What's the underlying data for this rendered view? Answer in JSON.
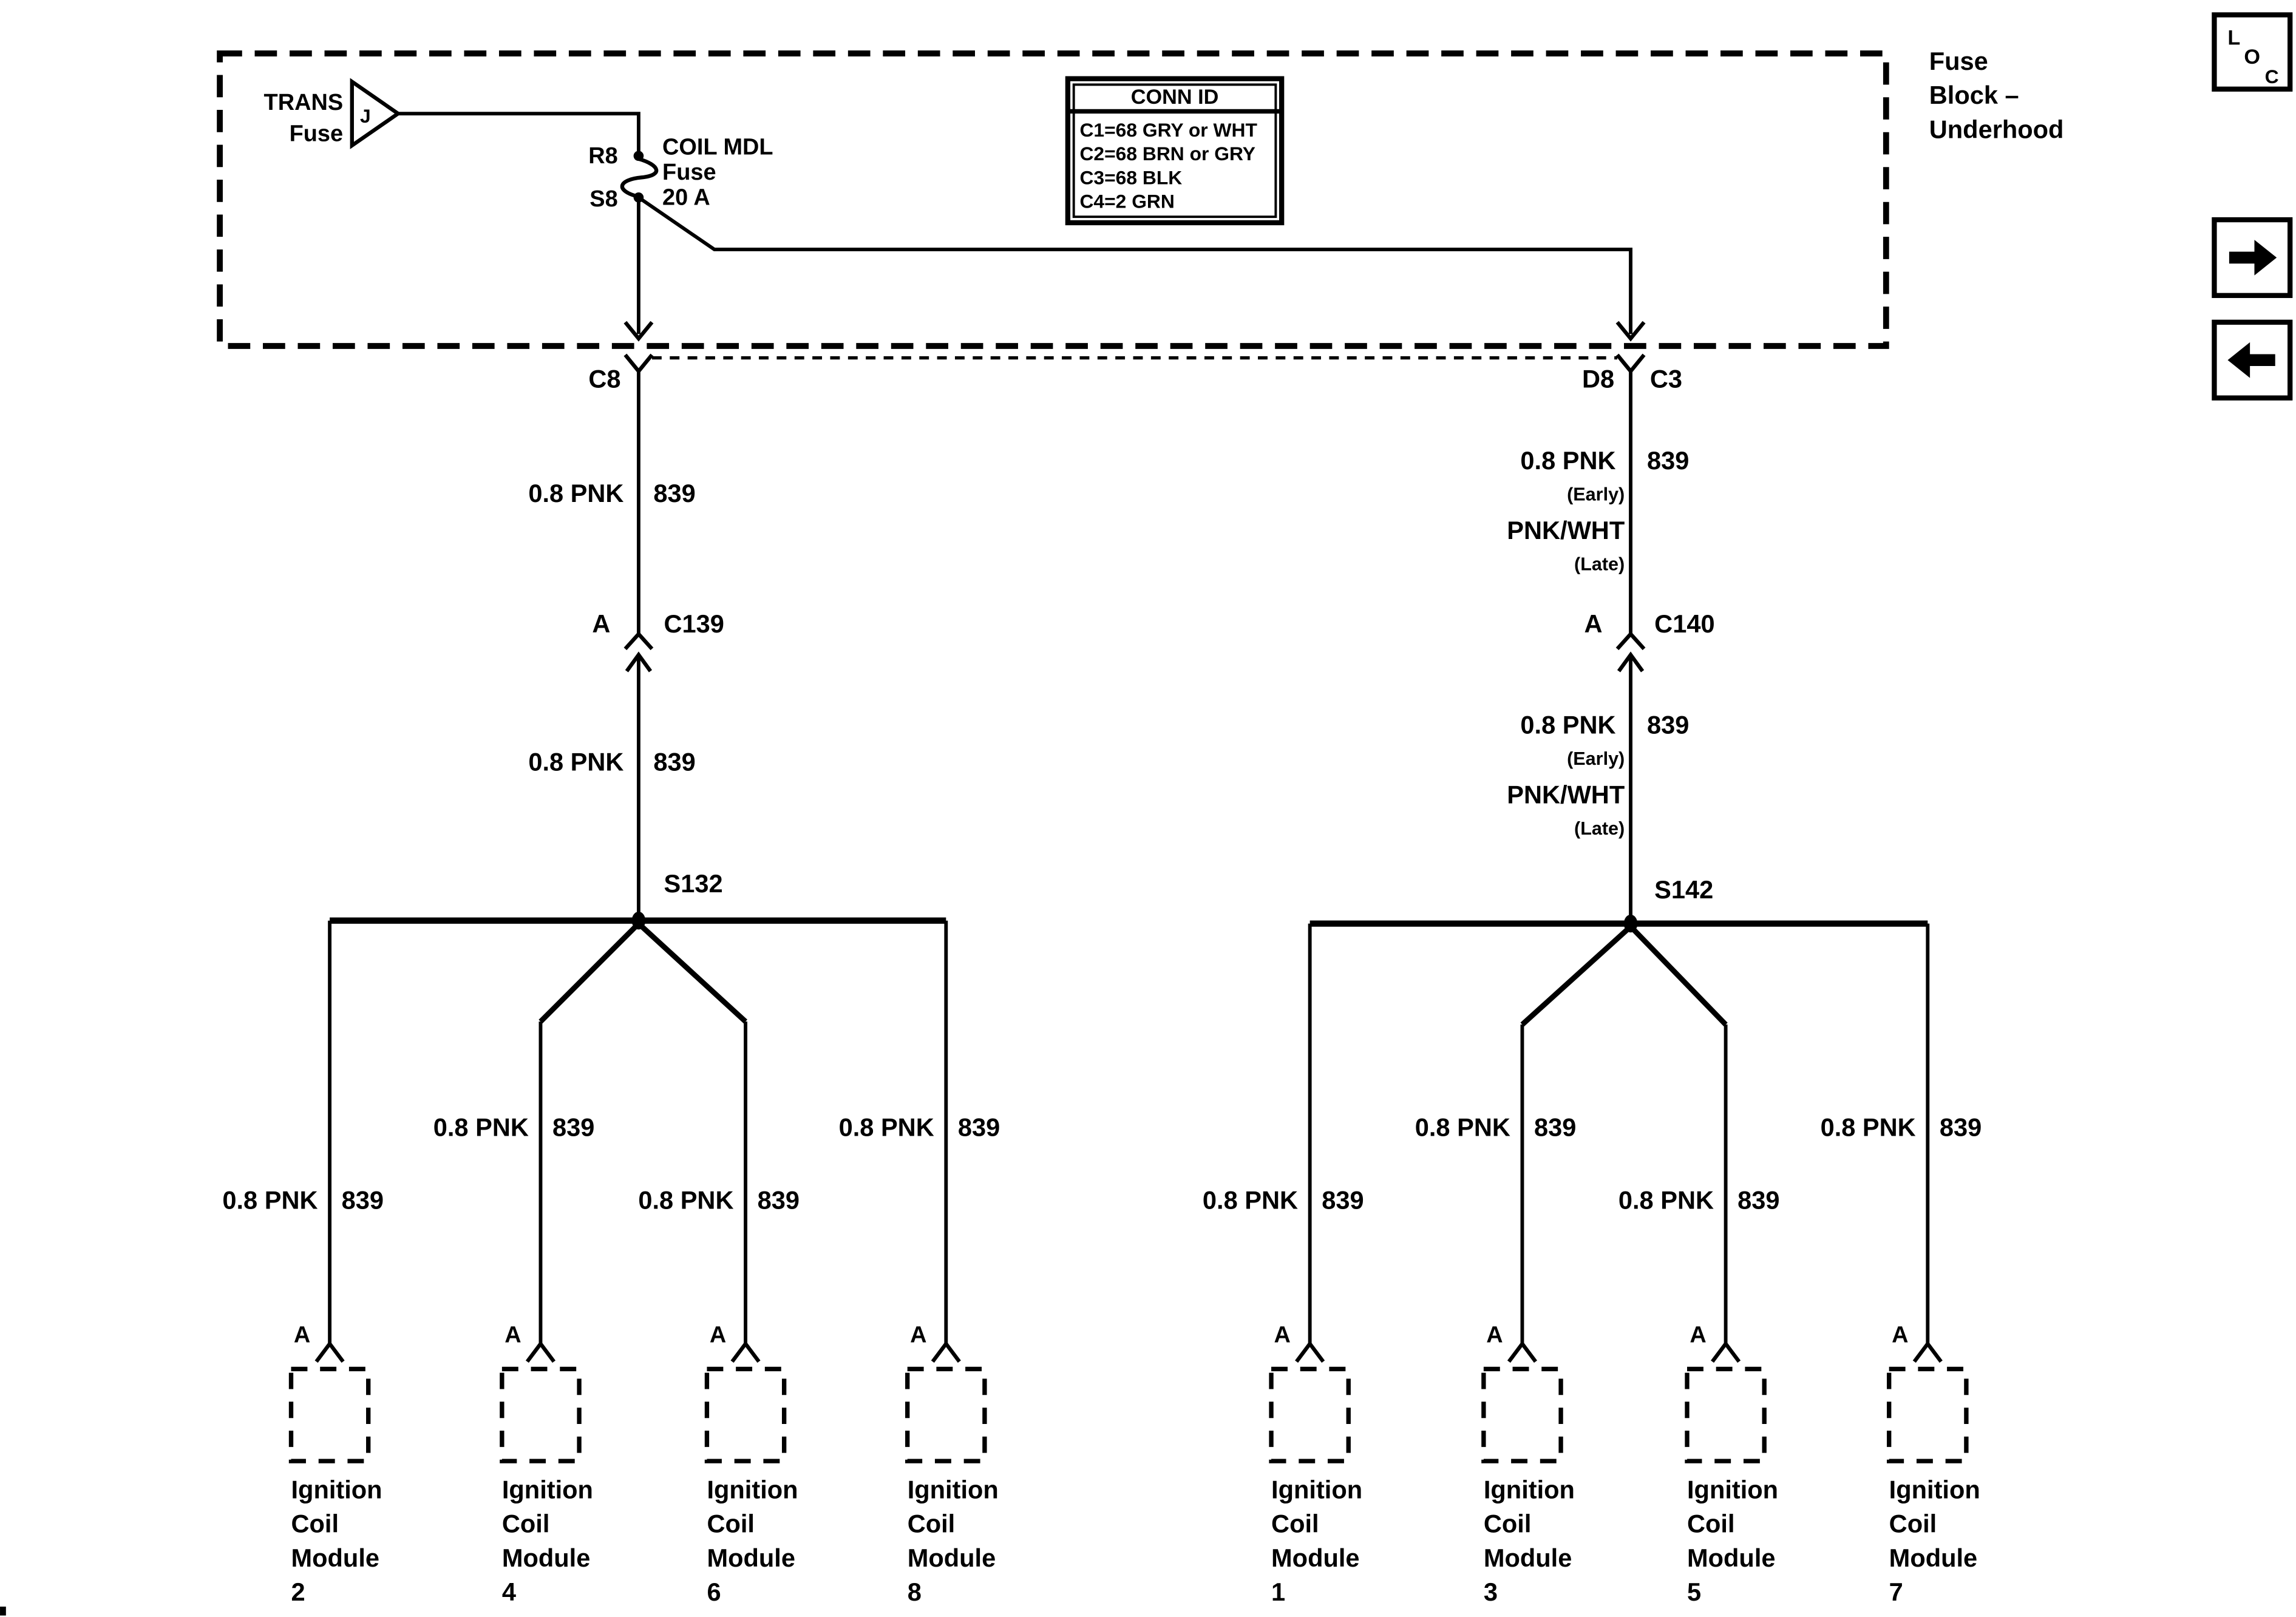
{
  "colors": {
    "background": "#ffffff",
    "ink": "#000000"
  },
  "fuse_block": {
    "title_lines": [
      "Fuse",
      "Block –",
      "Underhood"
    ],
    "trans_fuse": {
      "label_lines": [
        "TRANS",
        "Fuse"
      ],
      "grid_letter": "J"
    },
    "coil_mdl_fuse": {
      "terminal_top": "R8",
      "terminal_bottom": "S8",
      "name_lines": [
        "COIL MDL",
        "Fuse",
        "20 A"
      ]
    }
  },
  "conn_id_table": {
    "header": "CONN ID",
    "rows": [
      "C1=68 GRY or WHT",
      "C2=68 BRN or GRY",
      "C3=68 BLK",
      "C4=2 GRN"
    ]
  },
  "nav": {
    "loc_letters": [
      "L",
      "O",
      "C"
    ],
    "forward_icon": "right-arrow",
    "back_icon": "left-arrow"
  },
  "trunk_left": {
    "fuse_block_pin": "C8",
    "segment1": {
      "wire": "0.8 PNK",
      "circuit": "839"
    },
    "inline_connector": {
      "pin": "A",
      "id": "C139"
    },
    "segment2": {
      "wire": "0.8 PNK",
      "circuit": "839"
    },
    "splice": "S132"
  },
  "trunk_right": {
    "fuse_block_pin_left": "D8",
    "fuse_block_pin_right": "C3",
    "segment1": {
      "wire": "0.8 PNK",
      "circuit": "839",
      "early_note": "(Early)",
      "late_wire": "PNK/WHT",
      "late_note": "(Late)"
    },
    "inline_connector": {
      "pin": "A",
      "id": "C140"
    },
    "segment2": {
      "wire": "0.8 PNK",
      "circuit": "839",
      "early_note": "(Early)",
      "late_wire": "PNK/WHT",
      "late_note": "(Late)"
    },
    "splice": "S142"
  },
  "module_label_lines": [
    "Ignition",
    "Coil",
    "Module"
  ],
  "branches": [
    {
      "module_number": "2",
      "pin": "A",
      "wire": "0.8 PNK",
      "circuit": "839"
    },
    {
      "module_number": "4",
      "pin": "A",
      "wire": "0.8 PNK",
      "circuit": "839"
    },
    {
      "module_number": "6",
      "pin": "A",
      "wire": "0.8 PNK",
      "circuit": "839"
    },
    {
      "module_number": "8",
      "pin": "A",
      "wire": "0.8 PNK",
      "circuit": "839"
    },
    {
      "module_number": "1",
      "pin": "A",
      "wire": "0.8 PNK",
      "circuit": "839"
    },
    {
      "module_number": "3",
      "pin": "A",
      "wire": "0.8 PNK",
      "circuit": "839"
    },
    {
      "module_number": "5",
      "pin": "A",
      "wire": "0.8 PNK",
      "circuit": "839"
    },
    {
      "module_number": "7",
      "pin": "A",
      "wire": "0.8 PNK",
      "circuit": "839"
    }
  ]
}
